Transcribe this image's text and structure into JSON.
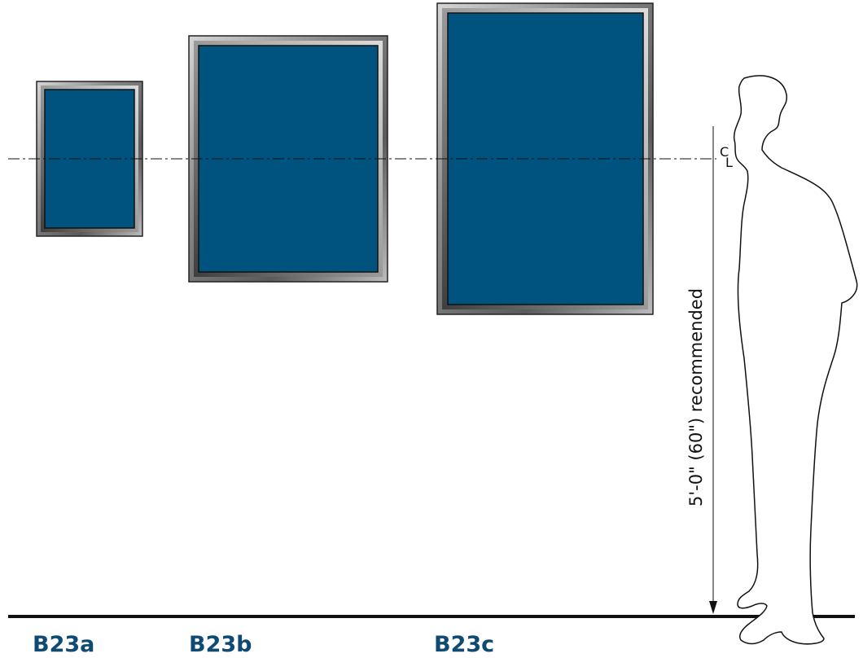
{
  "signs": [
    {
      "id": "B23a",
      "label": "B23a"
    },
    {
      "id": "B23b",
      "label": "B23b"
    },
    {
      "id": "B23c",
      "label": "B23c"
    }
  ],
  "centerline": {
    "symbol_top": "C",
    "symbol_bottom": "L"
  },
  "dimension": {
    "label": "5'-0\" (60\") recommended"
  },
  "colors": {
    "panel": "#00537f",
    "label": "#0e4a72",
    "frame_dark": "#4a4a4a",
    "frame_light": "#d0d0d0"
  },
  "icons": {
    "figure": "person-silhouette-icon"
  }
}
